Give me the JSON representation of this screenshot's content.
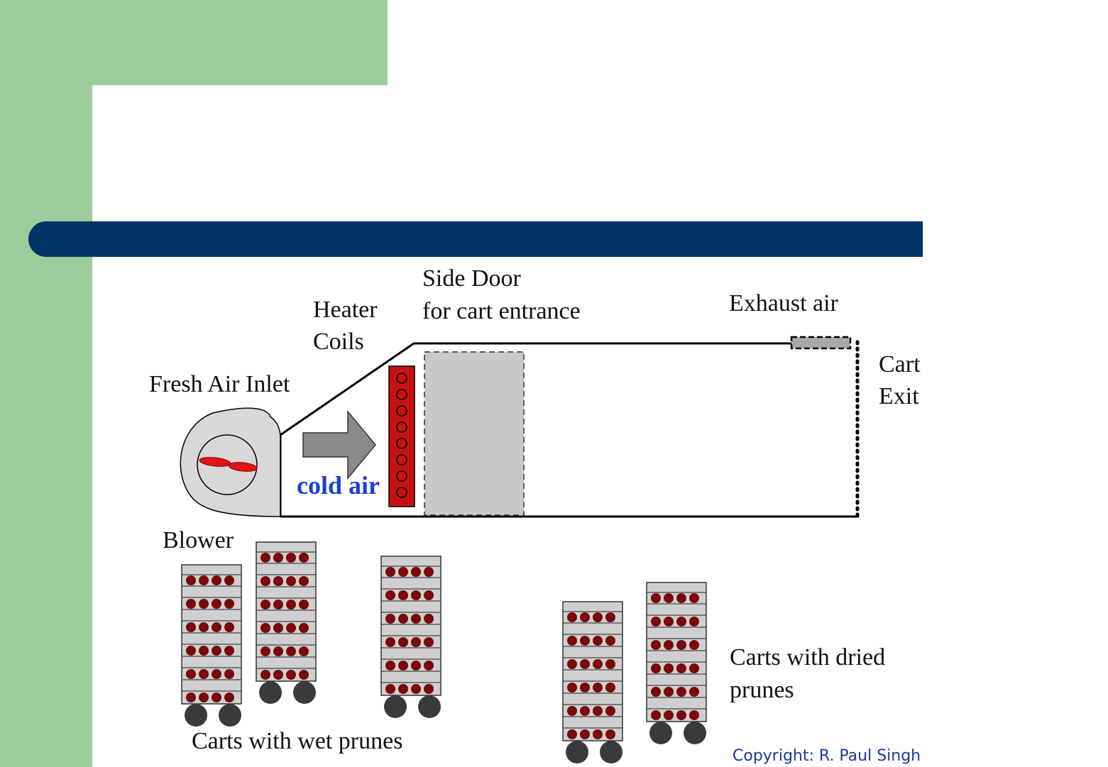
{
  "labels": {
    "heater_line1": "Heater",
    "heater_line2": "Coils",
    "side_door_line1": "Side Door",
    "side_door_line2": "for cart entrance",
    "exhaust": "Exhaust air",
    "cart_exit_line1": "Cart",
    "cart_exit_line2": "Exit",
    "fresh_air_inlet": "Fresh Air Inlet",
    "cold_air": "cold air",
    "blower": "Blower",
    "carts_wet": "Carts with wet prunes",
    "carts_dried_line1": "Carts with dried",
    "carts_dried_line2": "prunes",
    "copyright": "Copyright: R. Paul Singh"
  },
  "colors": {
    "green_background": "#9ccc9c",
    "title_bar": "#003366",
    "heater": "#cc1111",
    "prune": "#7a0a0a",
    "tray": "#d0d0d0",
    "wheel": "#3a3a3a",
    "cold_air_text": "#1a3fd4"
  }
}
